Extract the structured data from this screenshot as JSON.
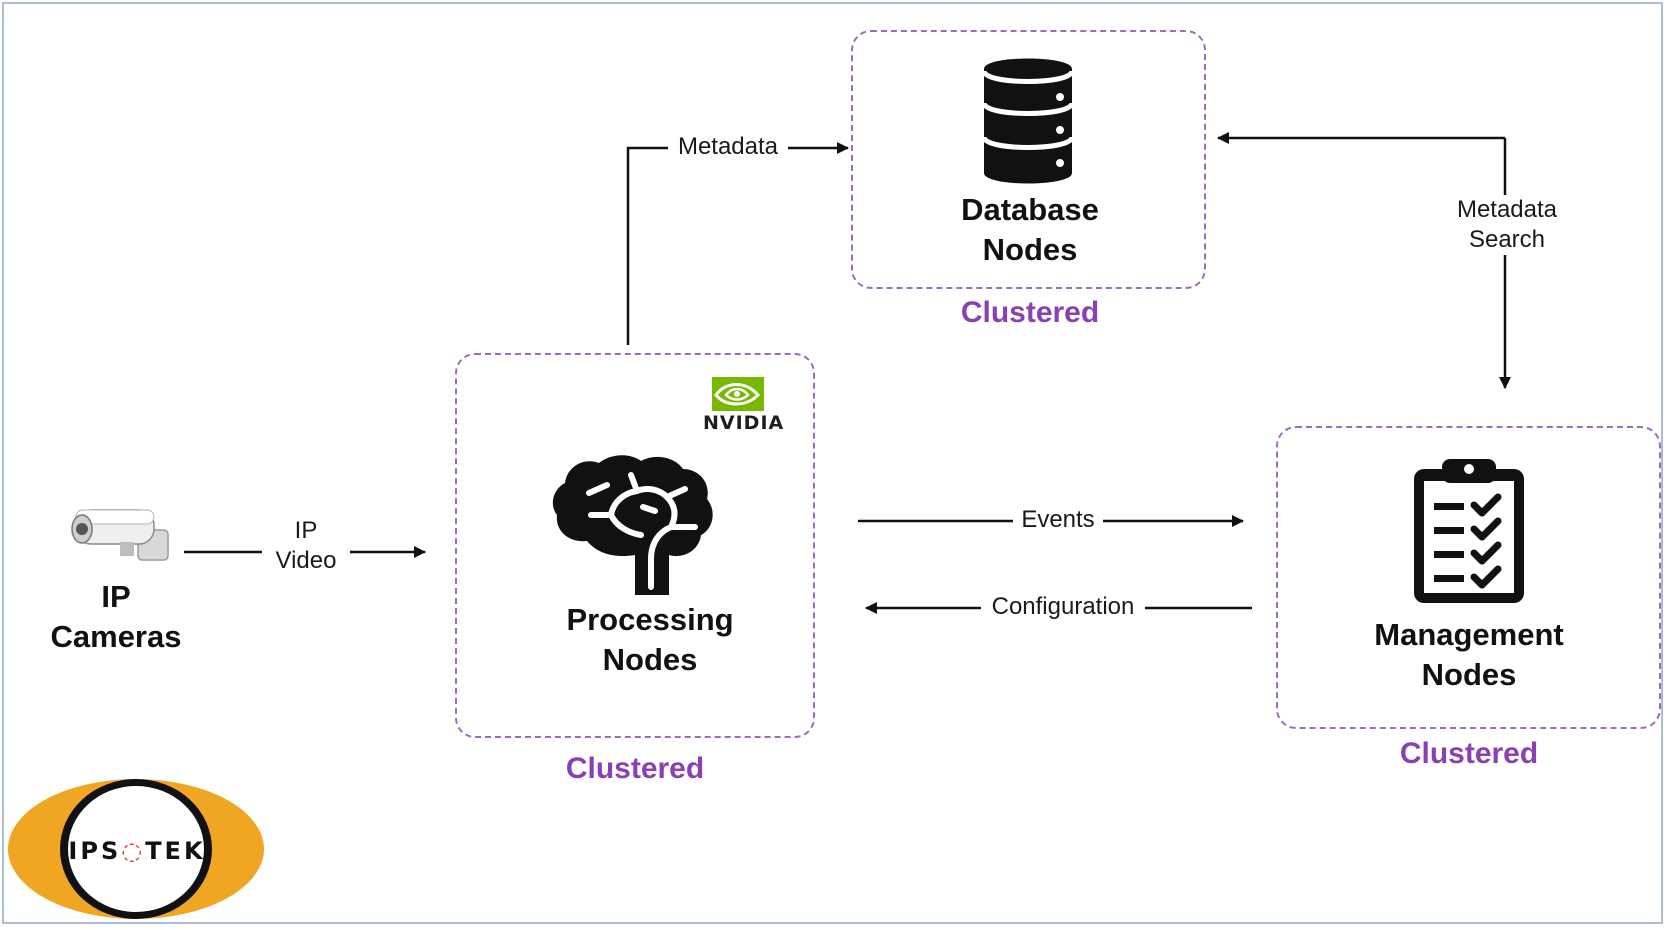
{
  "nodes": {
    "ip_cameras": {
      "title_line1": "IP",
      "title_line2": "Cameras",
      "icon": "ip-camera-icon"
    },
    "processing": {
      "title_line1": "Processing",
      "title_line2": "Nodes",
      "icon": "brain-icon",
      "cluster": "Clustered",
      "brand": "NVIDIA"
    },
    "database": {
      "title_line1": "Database",
      "title_line2": "Nodes",
      "icon": "database-icon",
      "cluster": "Clustered"
    },
    "management": {
      "title_line1": "Management",
      "title_line2": "Nodes",
      "icon": "clipboard-checklist-icon",
      "cluster": "Clustered"
    }
  },
  "edges": {
    "ip_video": {
      "line1": "IP",
      "line2": "Video"
    },
    "metadata": "Metadata",
    "metadata_search": {
      "line1": "Metadata",
      "line2": "Search"
    },
    "events": "Events",
    "configuration": "Configuration"
  },
  "logo": {
    "text": "IPSOTEK",
    "colors": {
      "ring": "#f0a623",
      "inner": "#ffffff",
      "accent": "#e03a2d"
    }
  },
  "colors": {
    "cluster_border": "#9a6bc4",
    "cluster_label": "#8a3fb3",
    "frame": "#a9bcd9"
  }
}
